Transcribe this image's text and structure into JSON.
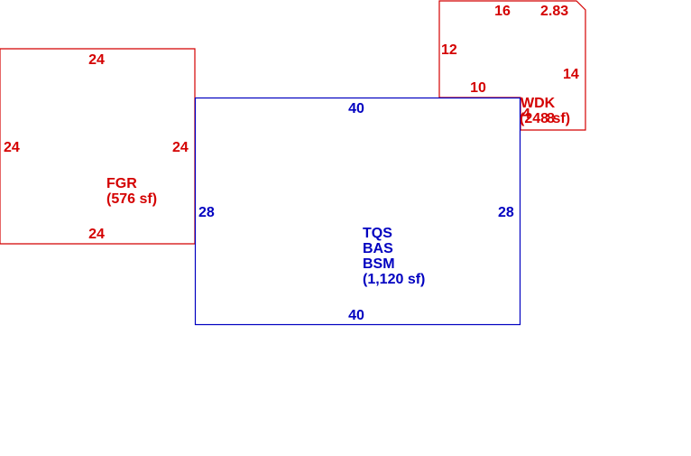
{
  "colors": {
    "red": "#d40000",
    "blue": "#0000c0",
    "background": "#ffffff"
  },
  "areas": {
    "fgr": {
      "code": "FGR",
      "area": "(576 sf)",
      "dims": {
        "top": "24",
        "bottom": "24",
        "left": "24",
        "right": "24"
      }
    },
    "main": {
      "codes": [
        "TQS",
        "BAS",
        "BSM"
      ],
      "area": "(1,120 sf)",
      "dims": {
        "top": "40",
        "bottom": "40",
        "left": "28",
        "right": "28"
      }
    },
    "wdk": {
      "code": "WDK",
      "area": "(248 sf)",
      "dims": {
        "top": "16",
        "corner": "2.83",
        "left": "12",
        "right": "14",
        "bottom_inner": "10",
        "step_left": "4",
        "step_bottom": "8"
      }
    }
  }
}
